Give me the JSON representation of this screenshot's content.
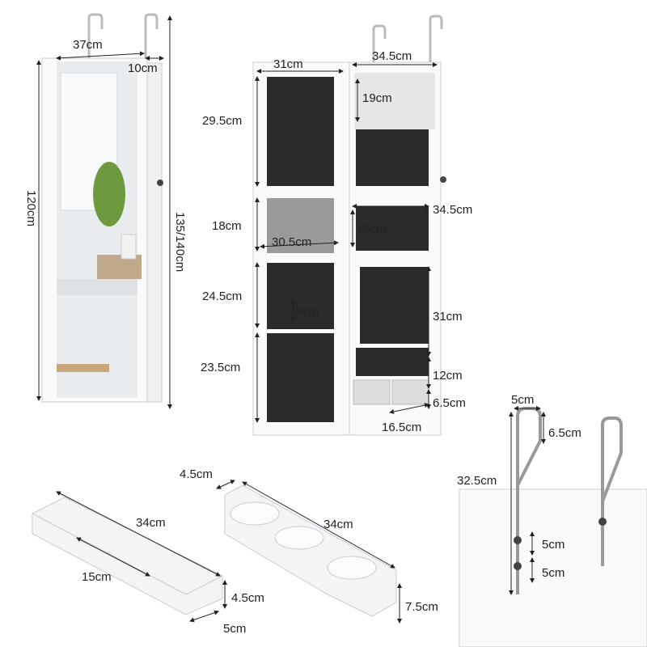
{
  "closed_cabinet": {
    "width": "37cm",
    "depth": "10cm",
    "height": "120cm",
    "total_height": "135/140cm"
  },
  "open_cabinet": {
    "door_width": "31cm",
    "body_width_top": "34.5cm",
    "top_section_height": "29.5cm",
    "mirror_height": "19cm",
    "second_section_height": "18cm",
    "shelf_width": "34.5cm",
    "shelf_height": "16cm",
    "inner_width": "30.5cm",
    "third_section_height": "24.5cm",
    "ring_height": "9cm",
    "lower_body_height": "31cm",
    "bottom_section_height": "23.5cm",
    "drawer_area_height": "12cm",
    "drawer_height": "6.5cm",
    "drawer_width": "16.5cm"
  },
  "tray_organizer": {
    "length": "34cm",
    "inner_length": "15cm",
    "height": "4.5cm",
    "width": "5cm"
  },
  "cup_organizer": {
    "depth": "4.5cm",
    "length": "34cm",
    "height": "7.5cm"
  },
  "hooks": {
    "hook_width": "5cm",
    "hook_depth": "6.5cm",
    "hook_length": "32.5cm",
    "hole_spacing_1": "5cm",
    "hole_spacing_2": "5cm"
  }
}
